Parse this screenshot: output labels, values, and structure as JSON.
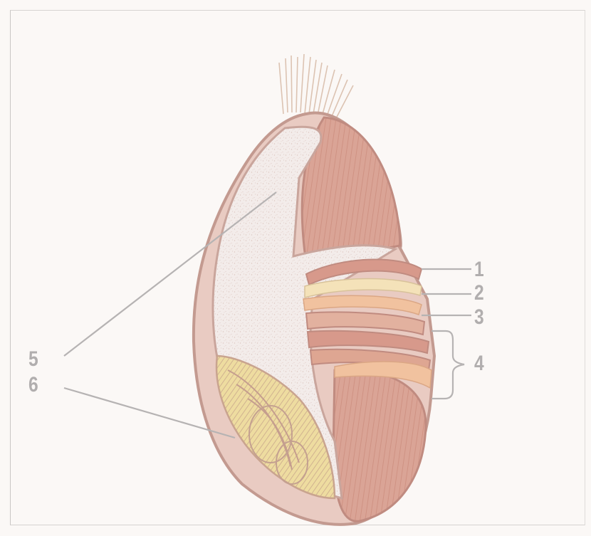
{
  "labels": {
    "l1": "1",
    "l2": "2",
    "l3": "3",
    "l4": "4",
    "l5": "5",
    "l6": "6"
  },
  "colors": {
    "background": "#fbf8f6",
    "outline": "#c8a49b",
    "endosperm": "#f1e9e6",
    "embryo": "#dca79a",
    "embryo_dark": "#c98e80",
    "cream_layer": "#f4e2b9",
    "orange_layer": "#f1c29f",
    "scutellum_yellow": "#eedca0",
    "leader_lines": "#b6b3b3",
    "label_text": "#b1aeae"
  }
}
